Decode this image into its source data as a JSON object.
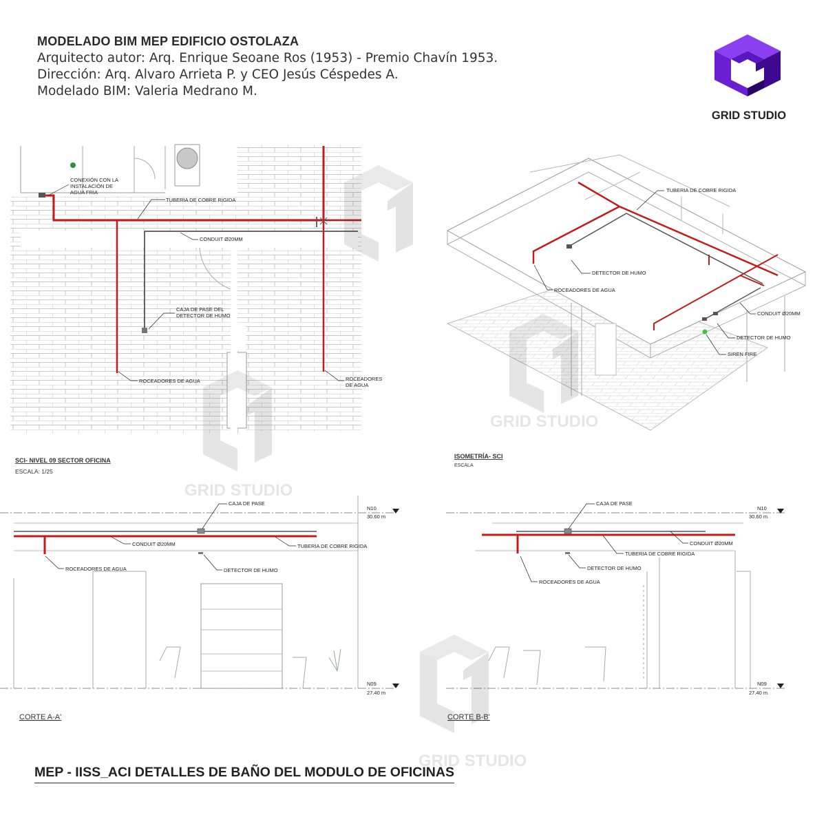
{
  "header": {
    "title": "MODELADO BIM MEP EDIFICIO OSTOLAZA",
    "line1": "Arquitecto autor: Arq. Enrique Seoane Ros (1953) - Premio Chavín 1953.",
    "line2": "Dirección: Arq. Alvaro Arrieta P. y CEO Jesús Céspedes A.",
    "line3": "Modelado BIM: Valeria Medrano M."
  },
  "logo": {
    "text": "GRID STUDIO",
    "icon": "grid-studio-cube-logo",
    "colors": {
      "top": "#8a3ff0",
      "left": "#6a1fd2",
      "right": "#3d0a8f",
      "dark": "#2a0566"
    }
  },
  "watermark": {
    "text": "GRID STUDIO"
  },
  "plan": {
    "title": "SCI- NIVEL 09 SECTOR OFICINA",
    "scale": "ESCALA: 1/25",
    "labels": {
      "connection": [
        "CONEXIÓN CON LA",
        "INSTALACIÓN DE",
        "AGUA FRIA"
      ],
      "pipe": "TUBERIA DE COBRE RIGIDA",
      "conduit": "CONDUIT Ø20MM",
      "box": [
        "CAJA DE PASE DEL",
        "DETECTOR DE HUMO"
      ],
      "sprinklers_left": "ROCEADORES DE AGUA",
      "sprinklers_right": [
        "ROCEADORES",
        "DE AGUA"
      ]
    }
  },
  "iso": {
    "title": "ISOMETRÍA- SCI",
    "scale": "ESCALA",
    "labels": {
      "pipe": "TUBERIA DE COBRE RIGIDA",
      "smoke1": "DETECTOR DE HUMO",
      "sprinklers": "ROCEADORES DE AGUA",
      "conduit": "CONDUIT Ø20MM",
      "smoke2": "DETECTOR DE HUMO",
      "siren": "SIREN FIRE"
    }
  },
  "sectionA": {
    "title": "CORTE  A-A'",
    "labels": {
      "box": "CAJA DE PASE",
      "conduit": "CONDUIT Ø20MM",
      "pipe": "TUBERIA DE COBRE RIGIDA",
      "sprinklers": "ROCEADORES DE AGUA",
      "smoke": "DETECTOR DE HUMO"
    },
    "level_top": {
      "name": "N10",
      "elev": "30.60 m"
    },
    "level_bottom": {
      "name": "N09",
      "elev": "27.40 m"
    }
  },
  "sectionB": {
    "title": "CORTE  B-B'",
    "labels": {
      "box": "CAJA DE PASE",
      "pipe": "TUBERIA DE COBRE RIGIDA",
      "conduit": "CONDUIT Ø20MM",
      "smoke": "DETECTOR DE HUMO",
      "sprinklers": "ROCEADORES DE AGUA"
    },
    "level_top": {
      "name": "N10",
      "elev": "30.60 m"
    },
    "level_bottom": {
      "name": "N09",
      "elev": "27.40 m"
    }
  },
  "footer": {
    "text": "MEP - IISS_ACI DETALLES DE BAÑO DEL MODULO DE OFICINAS"
  },
  "colors": {
    "pipe": "#c41a1a",
    "conduit": "#555555",
    "lines": "#9a9a9a",
    "siren": "#35c935"
  }
}
